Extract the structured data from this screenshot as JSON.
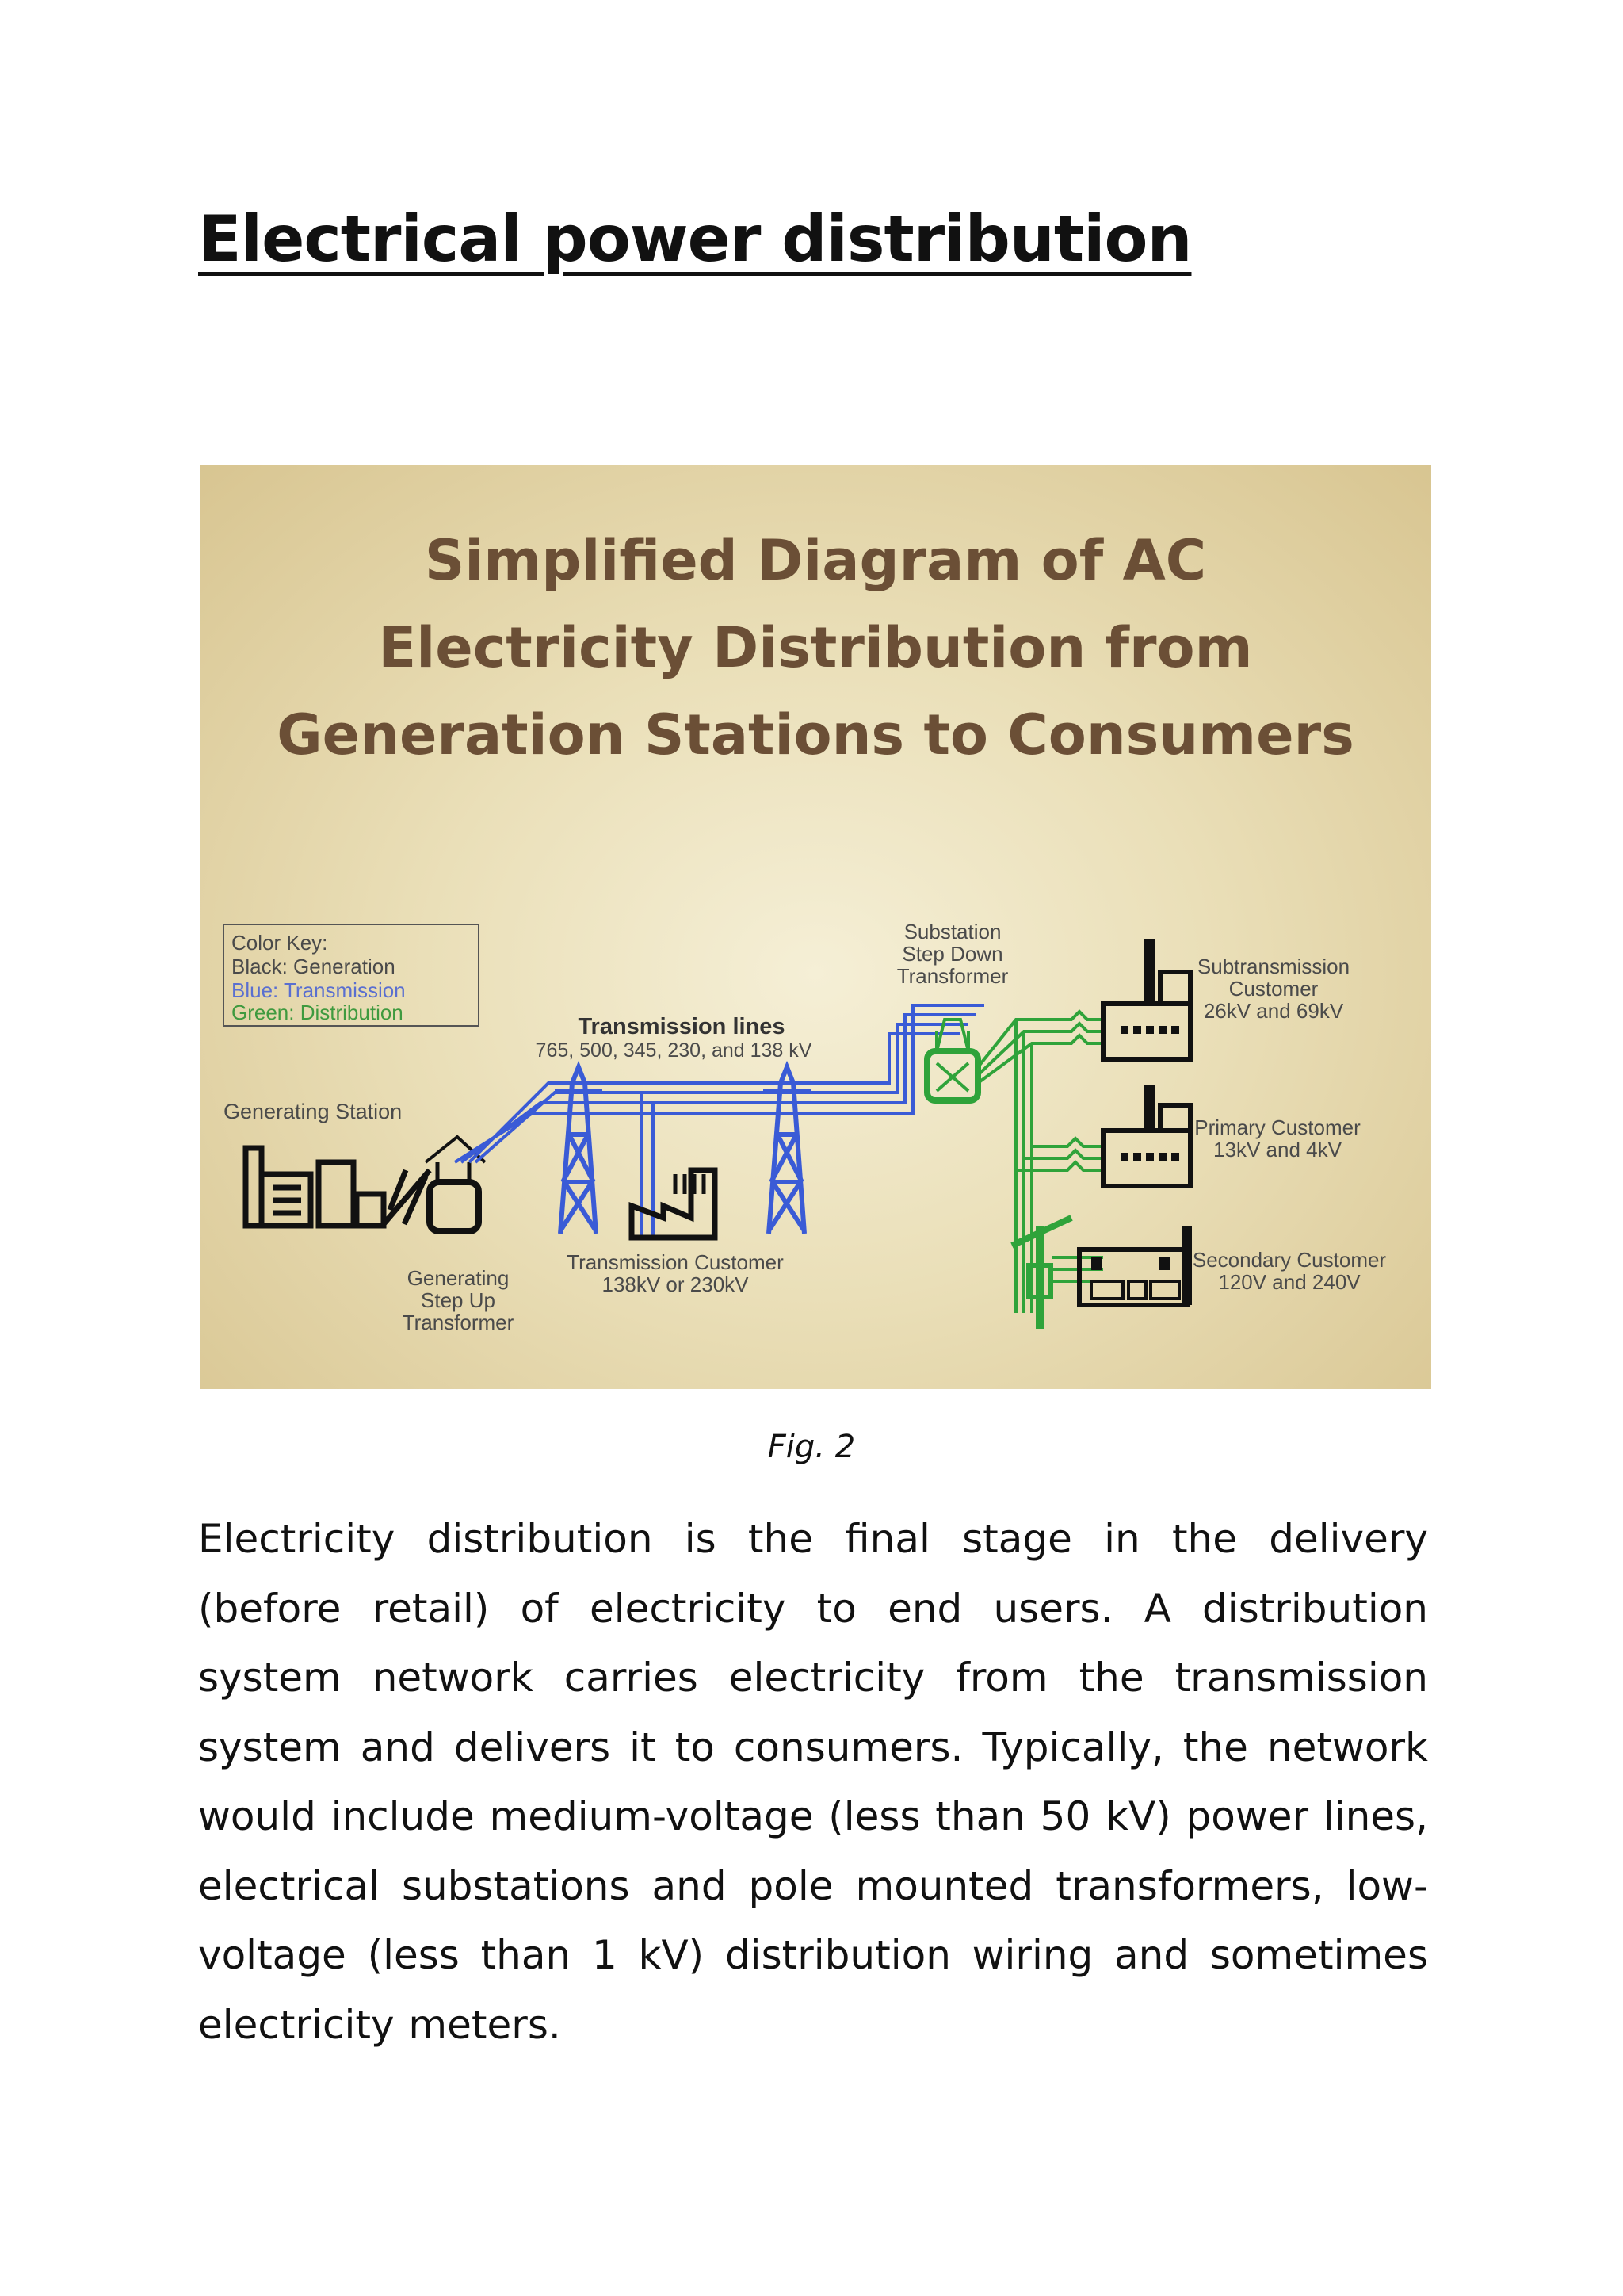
{
  "page": {
    "title": "Electrical power distribution",
    "caption": "Fig. 2",
    "paragraph": "Electricity distribution is the final stage in the delivery (before retail) of electricity to end users. A distribution system network carries electricity from the transmission system and delivers it to consumers. Typically, the network would include medium-voltage (less than 50 kV) power lines, electrical substations and pole mounted transformers, low-voltage (less than 1 kV) distribution wiring and sometimes electricity meters."
  },
  "diagram": {
    "title_lines": [
      "Simplified Diagram of AC",
      "Electricity Distribution from",
      "Generation Stations to Consumers"
    ],
    "color_key": {
      "heading": "Color Key:",
      "black": "Black:  Generation",
      "blue": "Blue:   Transmission",
      "green": "Green: Distribution"
    },
    "labels": {
      "generating_station": "Generating Station",
      "step_up": [
        "Generating",
        "Step Up",
        "Transformer"
      ],
      "transmission_lines": "Transmission lines",
      "transmission_voltages": "765, 500, 345, 230, and 138 kV",
      "transmission_customer": [
        "Transmission Customer",
        "138kV or 230kV"
      ],
      "substation": [
        "Substation",
        "Step Down",
        "Transformer"
      ],
      "subtransmission": [
        "Subtransmission",
        "Customer",
        "26kV and 69kV"
      ],
      "primary": [
        "Primary Customer",
        "13kV and 4kV"
      ],
      "secondary": [
        "Secondary Customer",
        "120V and 240V"
      ]
    },
    "colors": {
      "generation": "#111111",
      "transmission": "#3a5bd6",
      "distribution": "#2fa33a",
      "title": "#6b4f36",
      "background": "#efe6c6"
    }
  }
}
